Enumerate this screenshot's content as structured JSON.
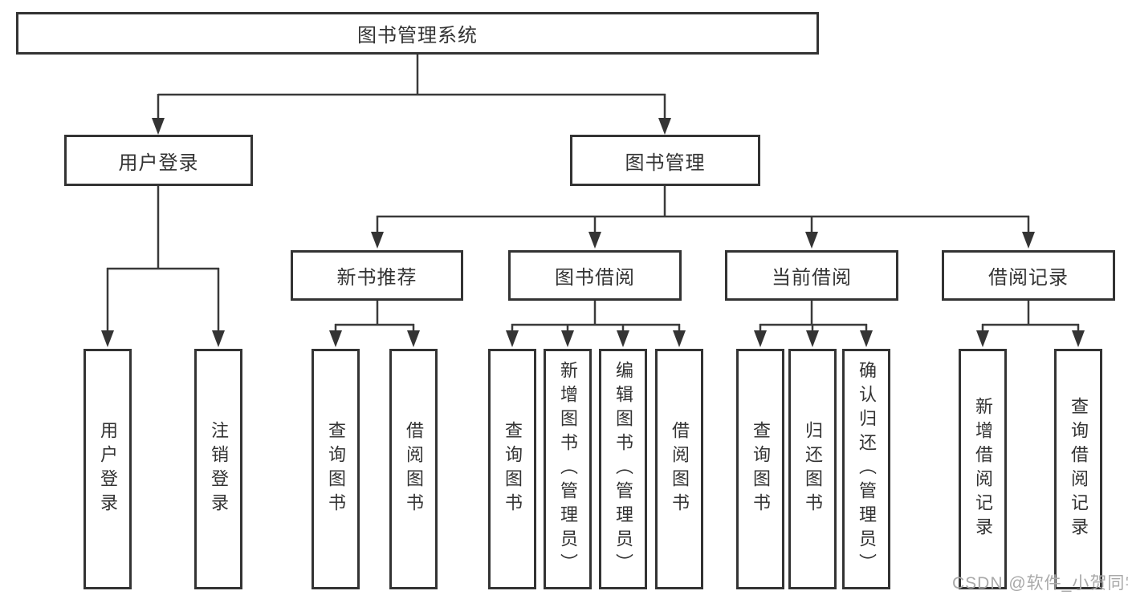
{
  "nodes": {
    "root": "图书管理系统",
    "branch_user_login": "用户登录",
    "branch_book_mgmt": "图书管理",
    "module_new_book_rec": "新书推荐",
    "module_book_borrow": "图书借阅",
    "module_current_borrow": "当前借阅",
    "module_borrow_records": "借阅记录",
    "leaf_user_login": "用户登录",
    "leaf_logout_login": "注销登录",
    "leaf_query_books_rec": "查询图书",
    "leaf_borrow_books_rec": "借阅图书",
    "leaf_query_books_borrow": "查询图书",
    "leaf_add_books_admin": "新增图书（管理员）",
    "leaf_edit_books_admin": "编辑图书（管理员）",
    "leaf_borrow_books_borrow": "借阅图书",
    "leaf_query_books_current": "查询图书",
    "leaf_return_books": "归还图书",
    "leaf_confirm_return_admin": "确认归还（管理员）",
    "leaf_add_borrow_record": "新增借阅记录",
    "leaf_query_borrow_record": "查询借阅记录"
  },
  "watermark": "CSDN @软件_小贺同学",
  "colors": {
    "line": "#3a3a3a",
    "arrow": "#343434",
    "box_border": "#333333",
    "text": "#333333",
    "watermark": "#a9a9a9",
    "background": "#ffffff"
  }
}
